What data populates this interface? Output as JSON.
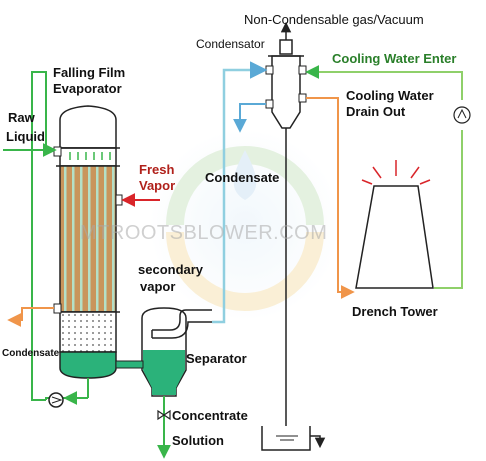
{
  "labels": {
    "non_condensable": "Non-Condensable gas/Vacuum",
    "condensator": "Condensator",
    "cooling_water_enter": "Cooling Water Enter",
    "cooling_water_drain_line1": "Cooling Water",
    "cooling_water_drain_line2": "Drain Out",
    "falling_film_line1": "Falling Film",
    "falling_film_line2": "Evaporator",
    "raw_liquid_line1": "Raw",
    "raw_liquid_line2": "Liquid",
    "fresh_vapor_line1": "Fresh",
    "fresh_vapor_line2": "Vapor",
    "condensate_mid": "Condensate",
    "secondary_vapor_line1": "secondary",
    "secondary_vapor_line2": "vapor",
    "drench_tower": "Drench Tower",
    "condensate_left": "Condensate",
    "separator": "Separator",
    "concentrate_line1": "Concentrate",
    "concentrate_line2": "Solution"
  },
  "watermark": "MTROOTSBLOWER.COM",
  "colors": {
    "green_line": "#39b54a",
    "orange_line": "#f0954a",
    "blue_line": "#8fcfe0",
    "red_arrow": "#d9252a",
    "tube_fill": "#c9955c",
    "liquid_fill": "#2bb27a"
  }
}
